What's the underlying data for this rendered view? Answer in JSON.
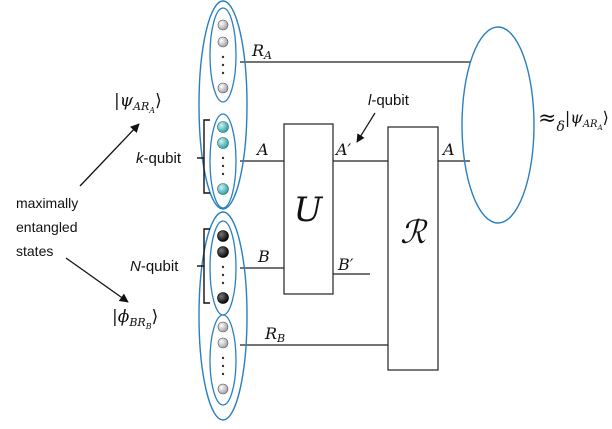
{
  "wires": {
    "R_A": "R",
    "R_A_sub": "A",
    "A": "A",
    "A_prime": "A′",
    "A_out": "A",
    "B": "B",
    "B_prime": "B′",
    "R_B": "R",
    "R_B_sub": "B"
  },
  "gates": {
    "U": "U",
    "R": "ℛ"
  },
  "states": {
    "psi": "|ψ",
    "psi_sub_main": "AR",
    "psi_sub_sub": "A",
    "psi_close": "⟩",
    "phi": "|ϕ",
    "phi_sub_main": "BR",
    "phi_sub_sub": "B",
    "phi_close": "⟩"
  },
  "labels": {
    "k_letter": "k",
    "k_rest": "-qubit",
    "N_letter": "N",
    "N_rest": "-qubit",
    "l_letter": "l",
    "l_rest": "-qubit",
    "maximally": "maximally",
    "entangled": "entangled",
    "states_word": "states"
  },
  "result": {
    "approx": "≈",
    "delta": "δ",
    "ket": "|ψ",
    "sub_main": "AR",
    "sub_sub": "A",
    "close": "⟩"
  },
  "colors": {
    "ellipse": "#2a7fc1",
    "cyan_qubit": "#4fc3c9",
    "black_qubit": "#222222",
    "white_qubit": "#e6e6ec",
    "line": "#222222"
  }
}
